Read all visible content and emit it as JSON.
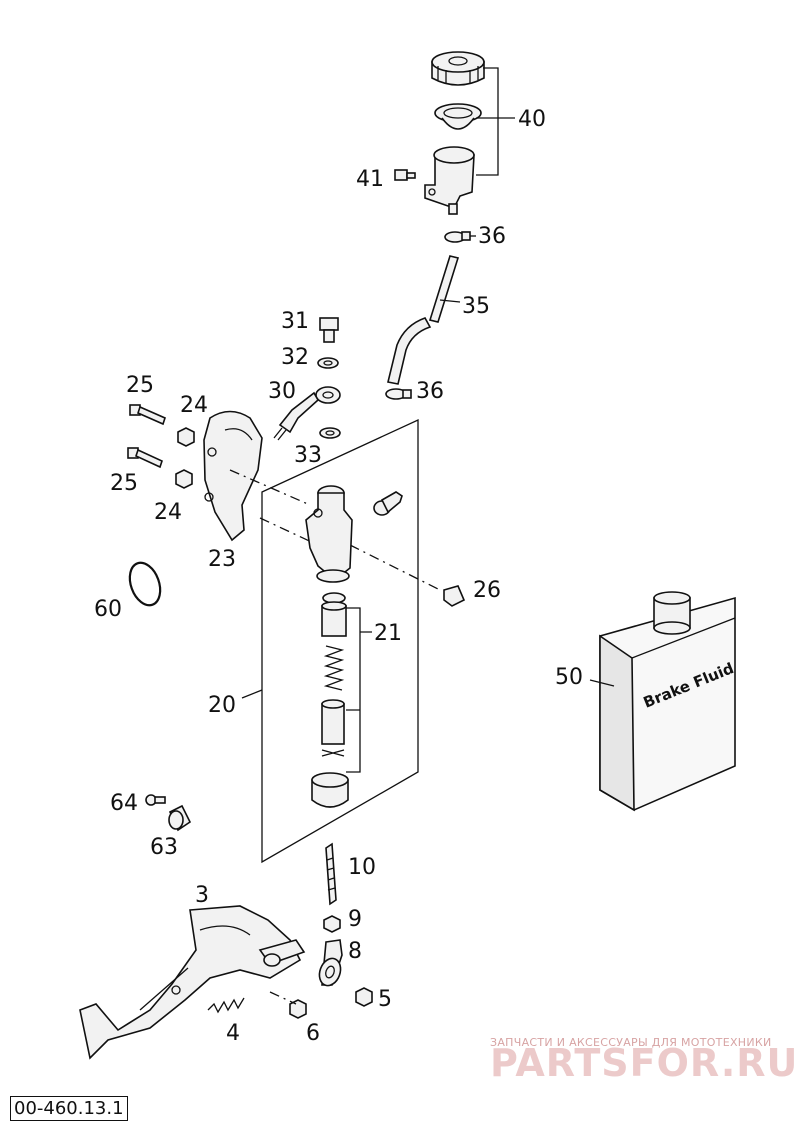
{
  "drawing_number": "00-460.13.1",
  "bottle_label": "Brake Fluid",
  "watermark": {
    "tagline": "ЗАПЧАСТИ И АКСЕССУАРЫ ДЛЯ МОТОТЕХНИКИ",
    "brand": "PARTSFOR.RU"
  },
  "callouts": {
    "c40": "40",
    "c41": "41",
    "c36a": "36",
    "c35": "35",
    "c31": "31",
    "c32": "32",
    "c30": "30",
    "c33": "33",
    "c25a": "25",
    "c24a": "24",
    "c25b": "25",
    "c24b": "24",
    "c23": "23",
    "c26": "26",
    "c60": "60",
    "c21": "21",
    "c20": "20",
    "c50": "50",
    "c64": "64",
    "c63": "63",
    "c10": "10",
    "c3": "3",
    "c9": "9",
    "c8": "8",
    "c5": "5",
    "c4": "4",
    "c6": "6",
    "c36b": "36"
  }
}
